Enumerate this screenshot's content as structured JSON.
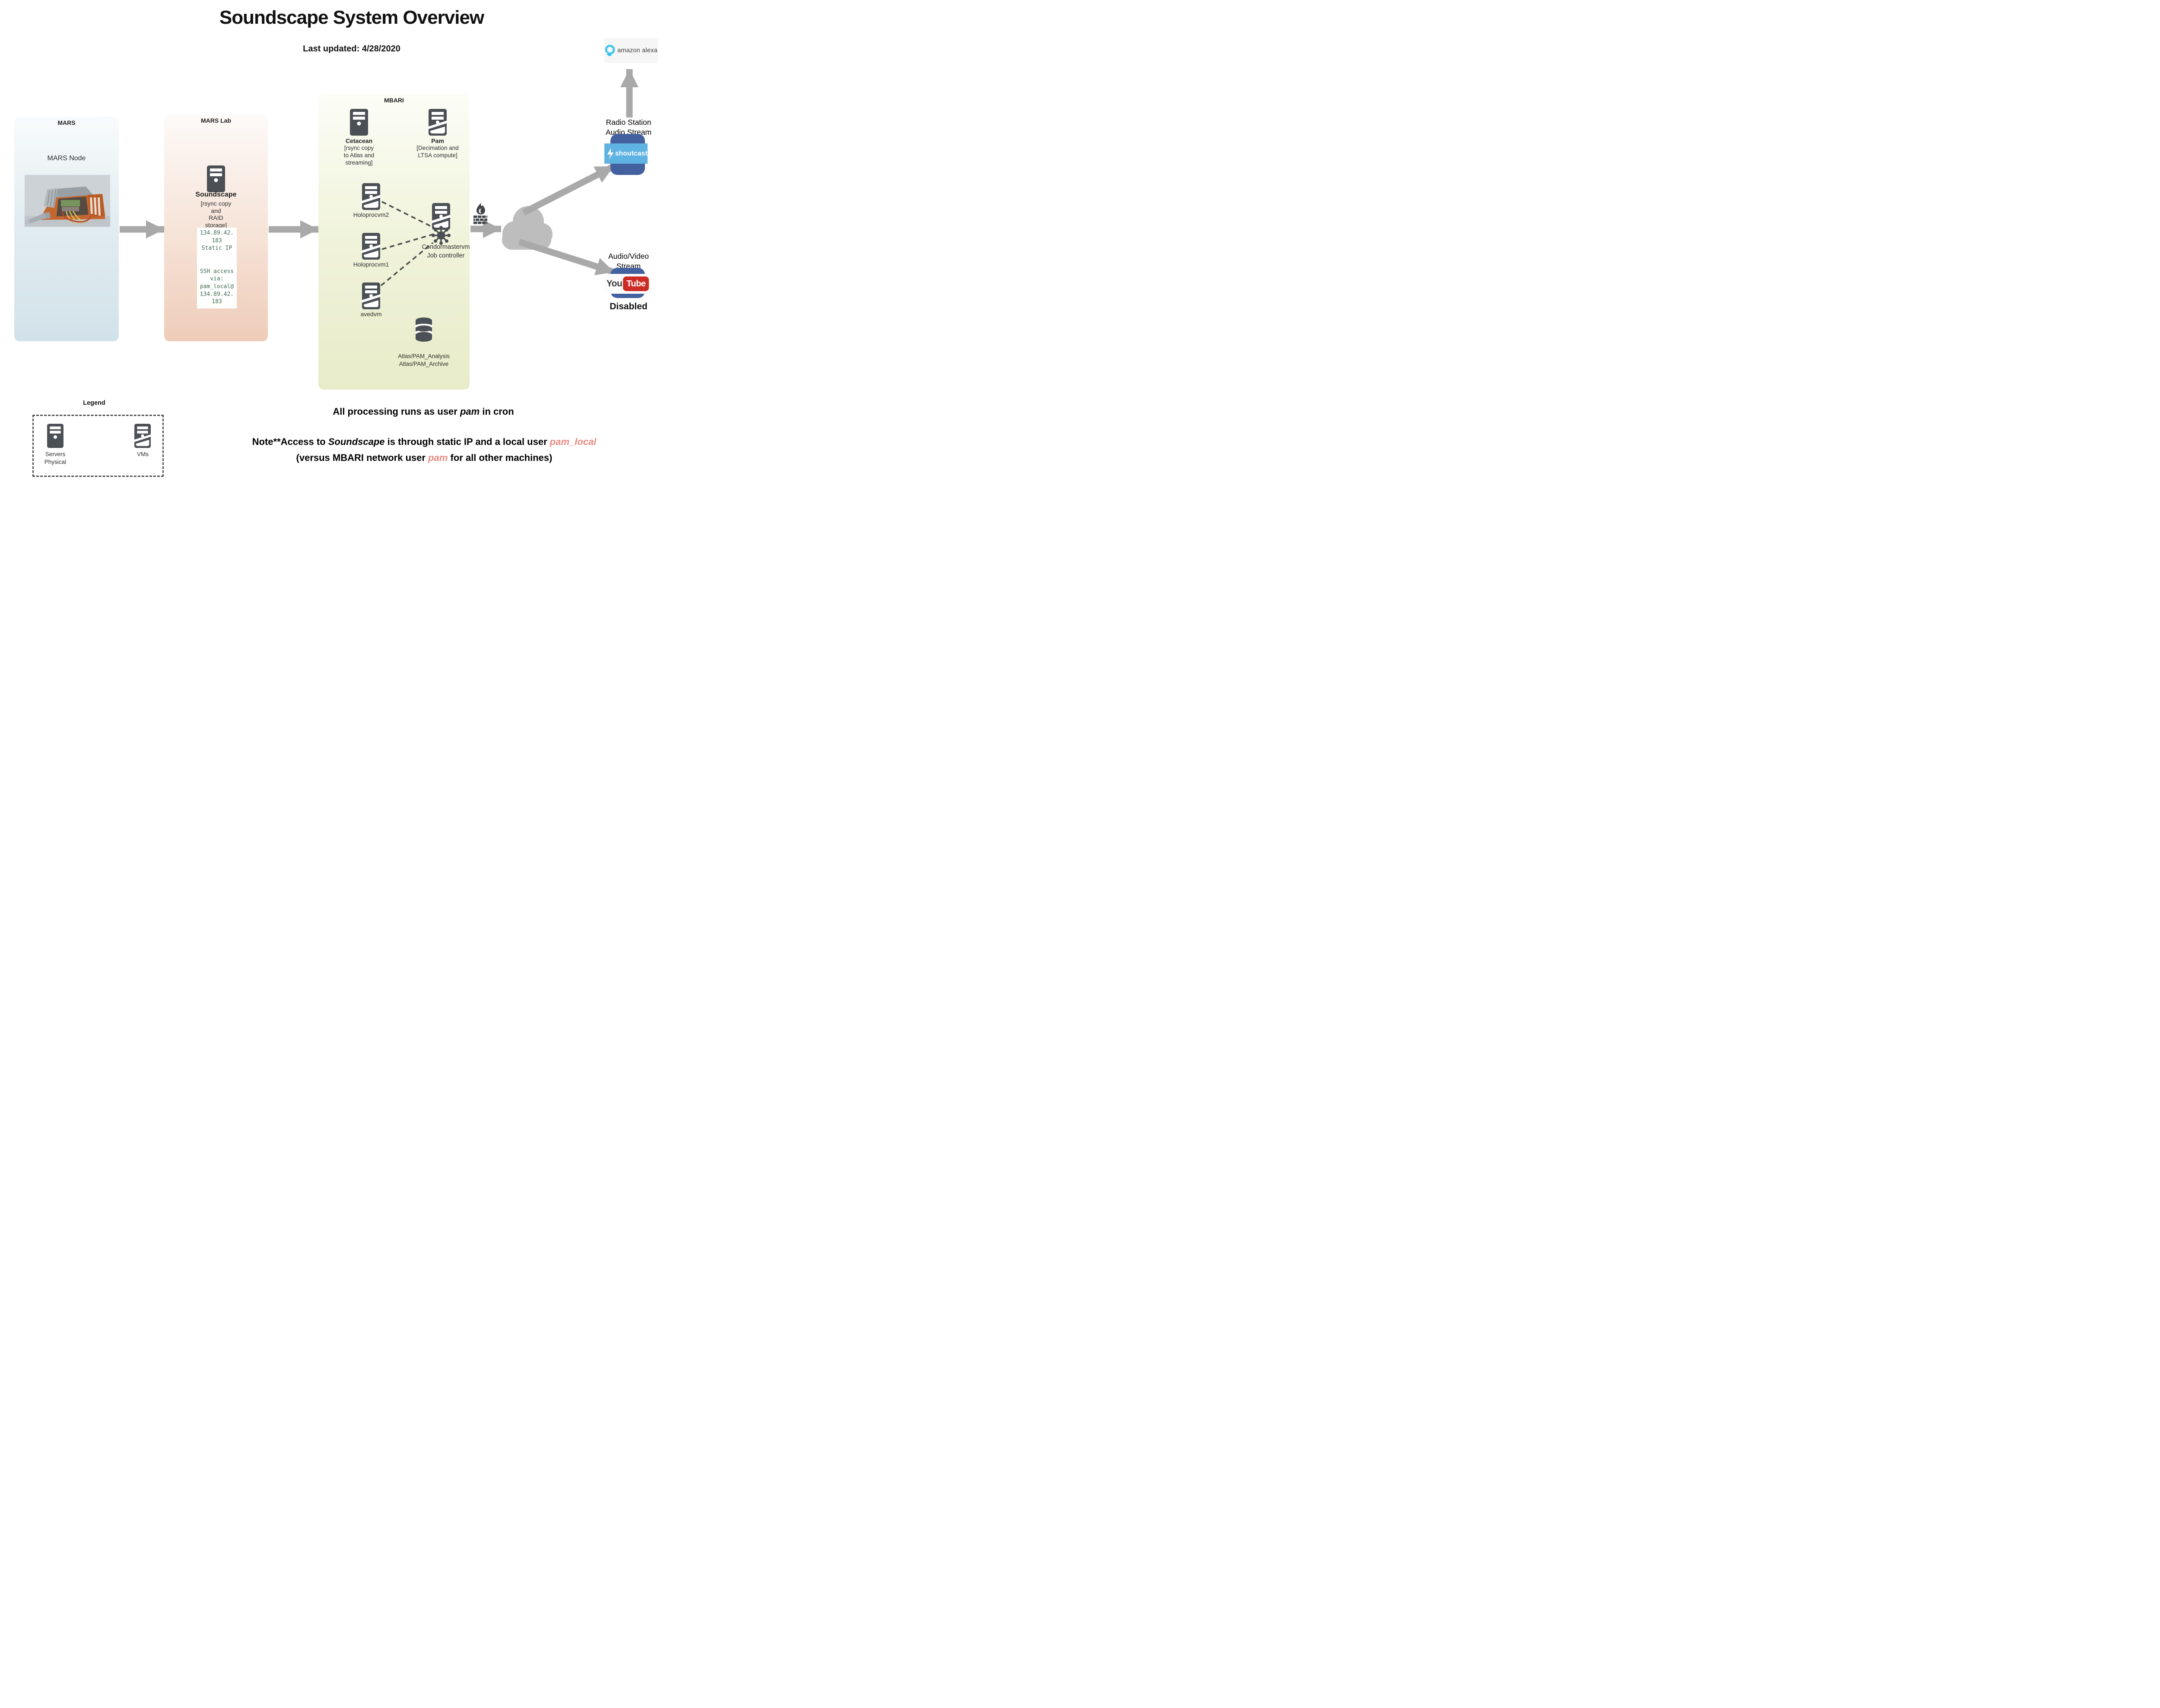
{
  "title": "Soundscape System Overview",
  "last_updated": "Last updated: 4/28/2020",
  "mars": {
    "label": "MARS",
    "node_label": "MARS Node"
  },
  "mars_lab": {
    "label": "MARS Lab",
    "server_name": "Soundscape",
    "server_desc": "[rsync copy\nand\nRAID\nstorage]",
    "code_block": "134.89.42.\n183\nStatic IP\n\n\nSSH access\nvia:\npam_local@\n134.89.42.\n183"
  },
  "mbari": {
    "label": "MBARI",
    "cetacean_name": "Cetacean",
    "cetacean_desc": "[rsync copy\nto Atlas and\nstreaming]",
    "pam_name": "Pam",
    "pam_desc": "[Decimation and\nLTSA compute]",
    "vm_holoprocvm2": "Holoprocvm2",
    "vm_holoprocvm1": "Holoprocvm1",
    "vm_avedvm": "avedvm",
    "condor_name": "Condormastervm",
    "condor_role": "Job controller",
    "storage_labels": "Atlas/PAM_Analysis\nAtlas/PAM_Archive"
  },
  "right": {
    "alexa": "amazon alexa",
    "radio_stream": "Radio Station\nAudio Stream",
    "shoutcast": "shoutcast",
    "av_stream": "Audio/Video\nStream",
    "youtube_you": "You",
    "youtube_tube": "Tube",
    "disabled": "Disabled"
  },
  "legend": {
    "title": "Legend",
    "physical": "Servers\nPhysical",
    "vms": "VMs"
  },
  "notes": {
    "proc_a": "All processing runs as user ",
    "proc_b": "pam",
    "proc_c": " in cron",
    "note1_a": "Note**Access to ",
    "note1_b": "Soundscape",
    "note1_c": " is through static IP and a local user ",
    "note1_d": "pam_local",
    "note2_a": "(versus MBARI network user ",
    "note2_b": "pam",
    "note2_c": " for all other machines)"
  },
  "colors": {
    "accent_salmon": "#ea8a80",
    "code_green": "#3e6a4e",
    "icon_gray": "#4b5056",
    "arrow_gray": "#a9a9a9",
    "cloud_gray": "#bdbdbd",
    "shoutcast_blue": "#44619f",
    "shoutcast_band": "#5fb3e2",
    "youtube_red": "#cd2b24",
    "alexa_blue": "#35c3f2"
  }
}
